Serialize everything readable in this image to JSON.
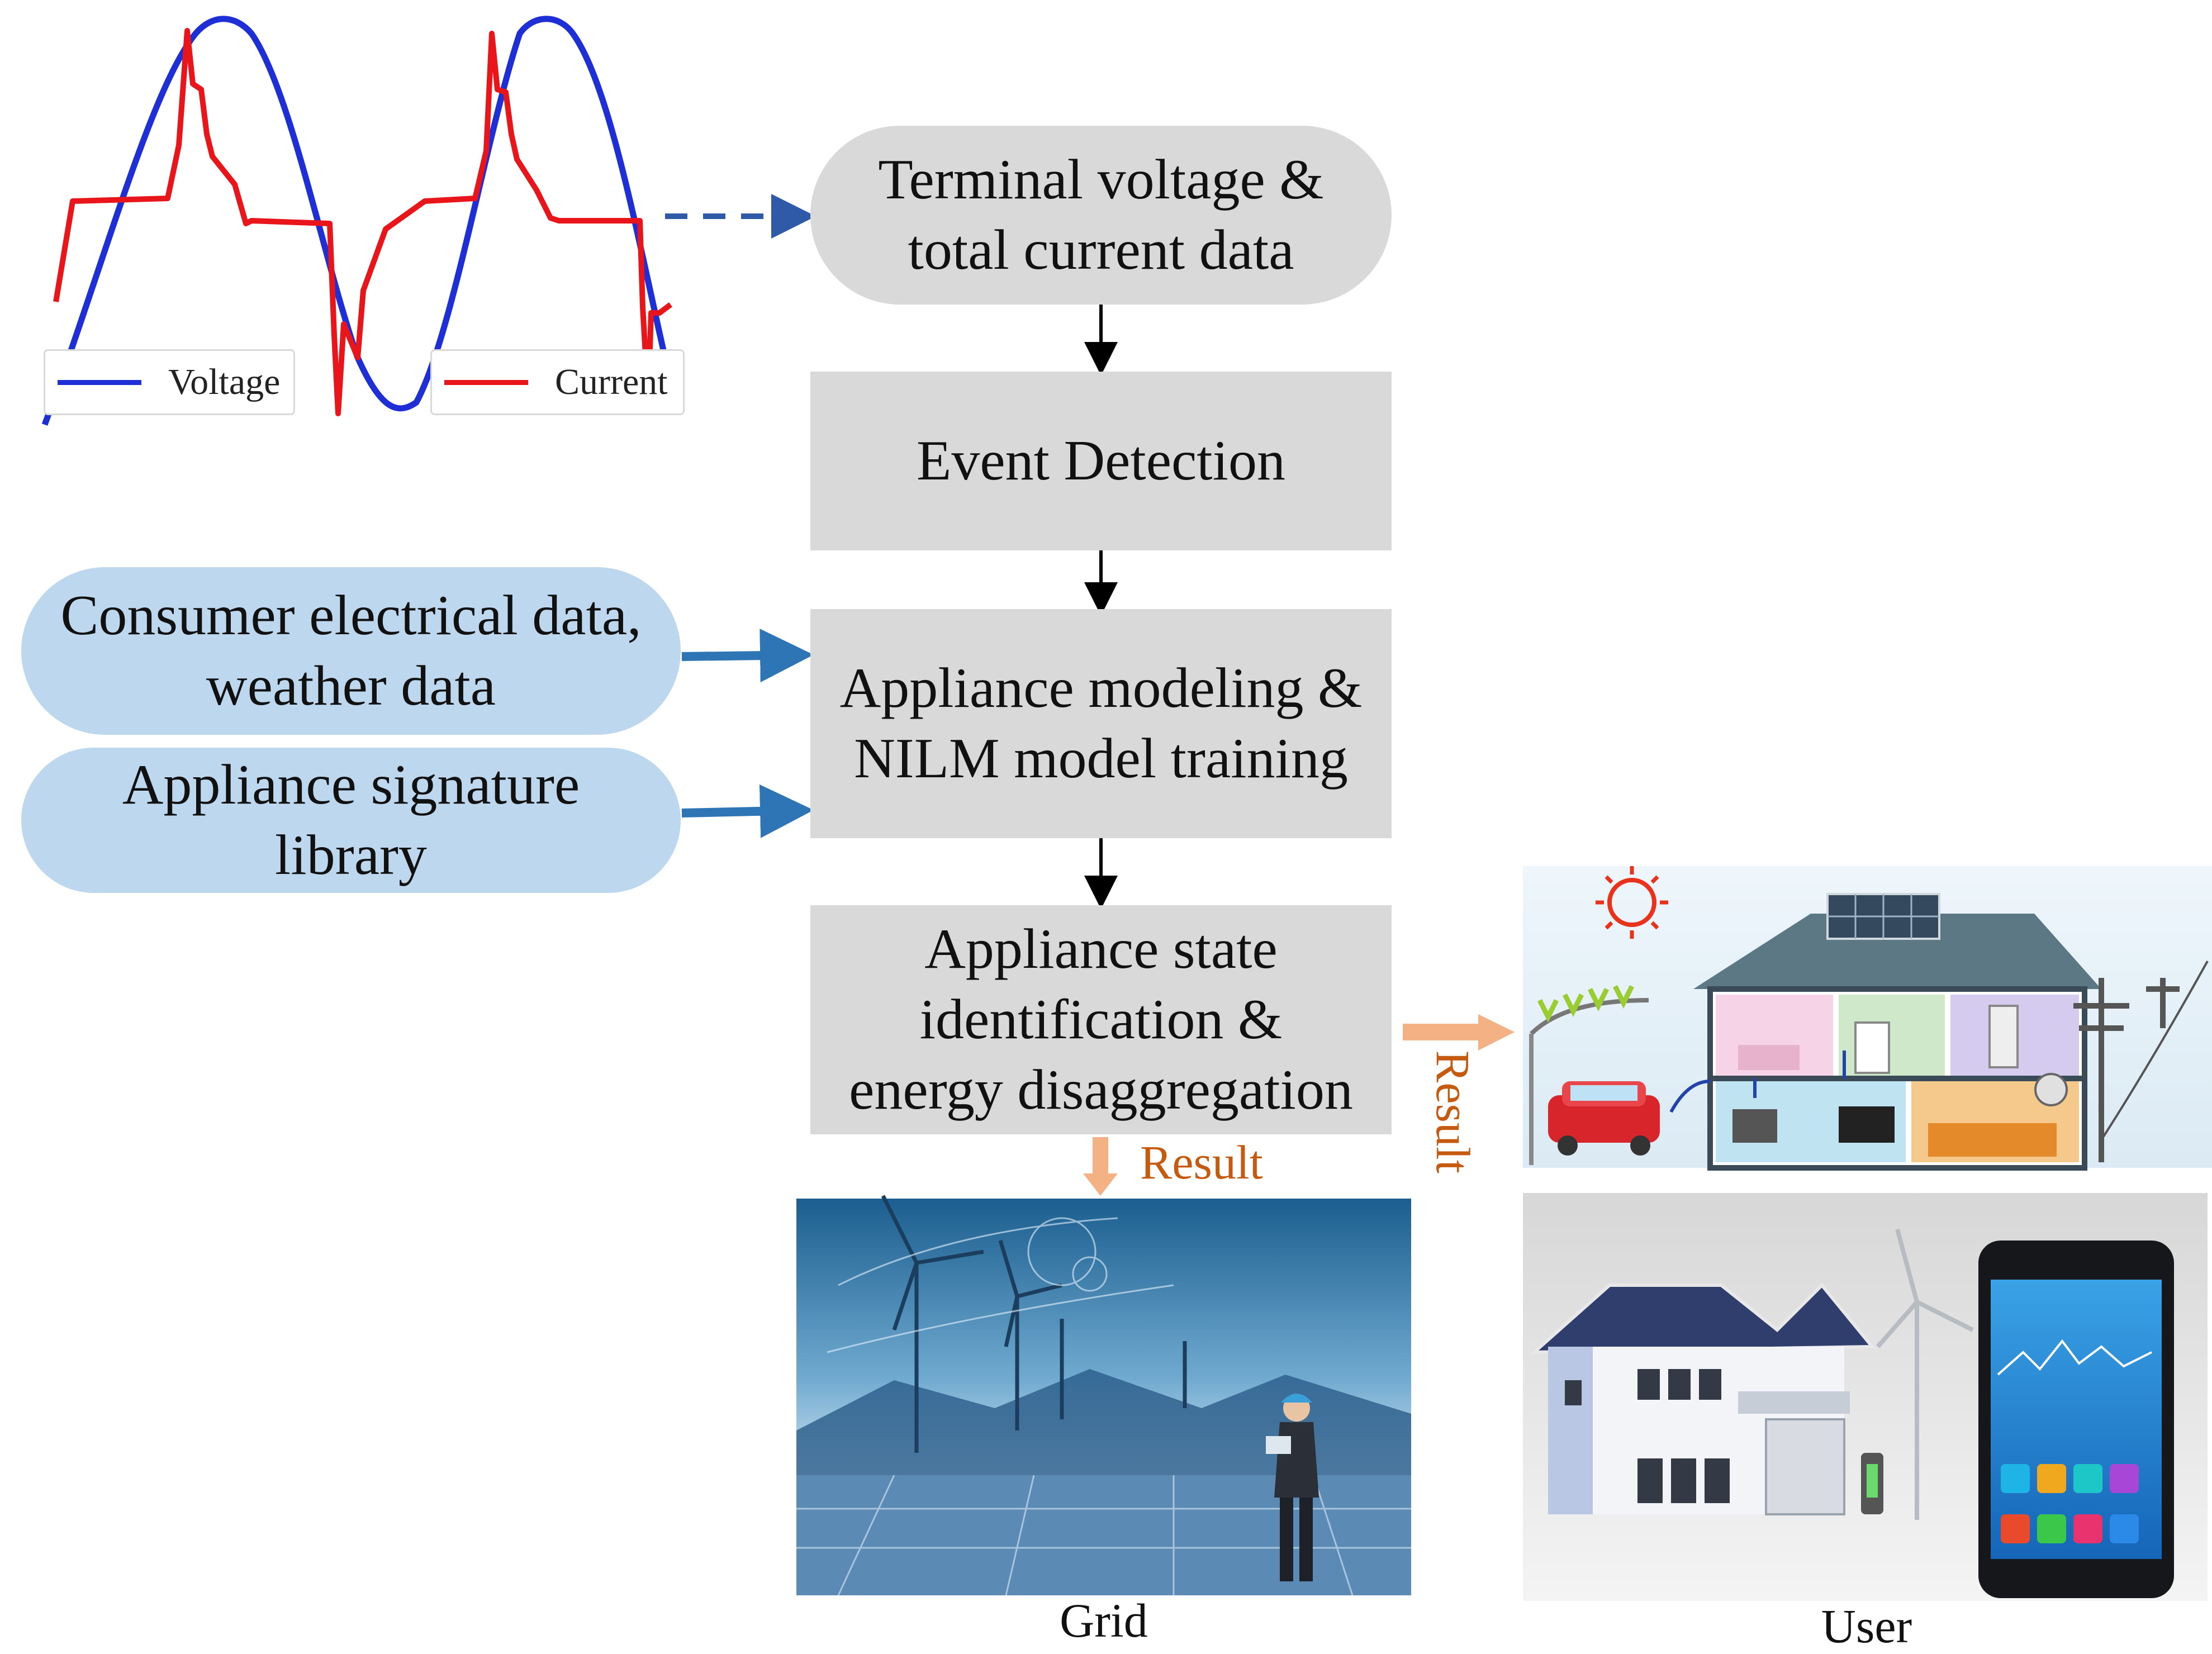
{
  "waveform": {
    "legend": [
      {
        "label": "Voltage",
        "color": "#1f2fd6"
      },
      {
        "label": "Current",
        "color": "#e8161b"
      }
    ]
  },
  "flow": {
    "input_data": [
      "Terminal voltage &",
      "total current data"
    ],
    "event_detection": [
      "Event Detection"
    ],
    "modeling": [
      "Appliance modeling &",
      "NILM model training"
    ],
    "identification": [
      "Appliance state",
      "identification &",
      "energy disaggregation"
    ]
  },
  "side_inputs": {
    "consumer_data": [
      "Consumer electrical data,",
      "weather data"
    ],
    "signature_library": [
      "Appliance signature",
      "library"
    ]
  },
  "results": {
    "label_down": "Result",
    "label_right": "Result"
  },
  "images": {
    "grid_caption": "Grid",
    "user_caption": "User"
  },
  "colors": {
    "gray_box": "#d9d9d9",
    "blue_box": "#bdd7ee",
    "blue_arrow": "#2e75b6",
    "orange_arrow": "#f4b183",
    "result_text": "#c55a11"
  }
}
